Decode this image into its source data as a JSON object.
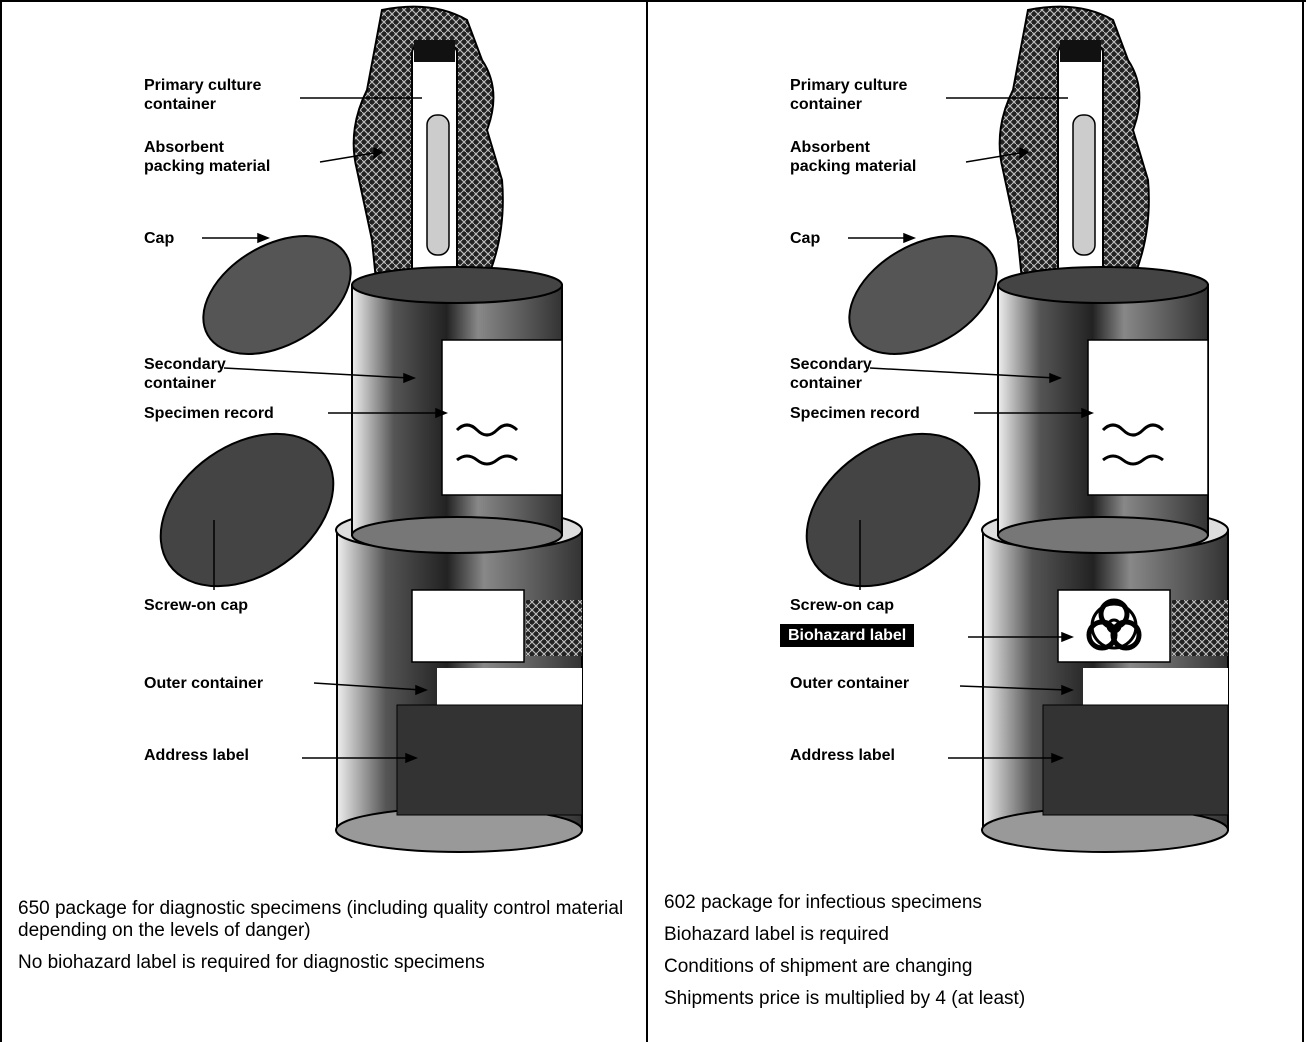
{
  "left_panel": {
    "labels": {
      "primary_culture": "Primary culture\ncontainer",
      "absorbent": "Absorbent\npacking material",
      "cap": "Cap",
      "secondary": "Secondary\ncontainer",
      "specimen_record": "Specimen record",
      "screw_cap": "Screw-on cap",
      "outer_container": "Outer container",
      "address_label": "Address label"
    },
    "caption_lines": [
      "650 package for diagnostic specimens (including quality control material depending on the levels of danger)",
      "No biohazard label is required for diagnostic specimens"
    ]
  },
  "right_panel": {
    "labels": {
      "primary_culture": "Primary culture\ncontainer",
      "absorbent": "Absorbent\npacking material",
      "cap": "Cap",
      "secondary": "Secondary\ncontainer",
      "specimen_record": "Specimen record",
      "screw_cap": "Screw-on cap",
      "biohazard_label": "Biohazard label",
      "outer_container": "Outer container",
      "address_label": "Address label"
    },
    "caption_lines": [
      "602 package for infectious specimens",
      "Biohazard label is required",
      "Conditions of shipment are changing",
      "Shipments price is multiplied by 4 (at least)"
    ]
  },
  "icons": {
    "biohazard": "biohazard-icon"
  },
  "colors": {
    "ink": "#000000",
    "paper": "#ffffff"
  }
}
